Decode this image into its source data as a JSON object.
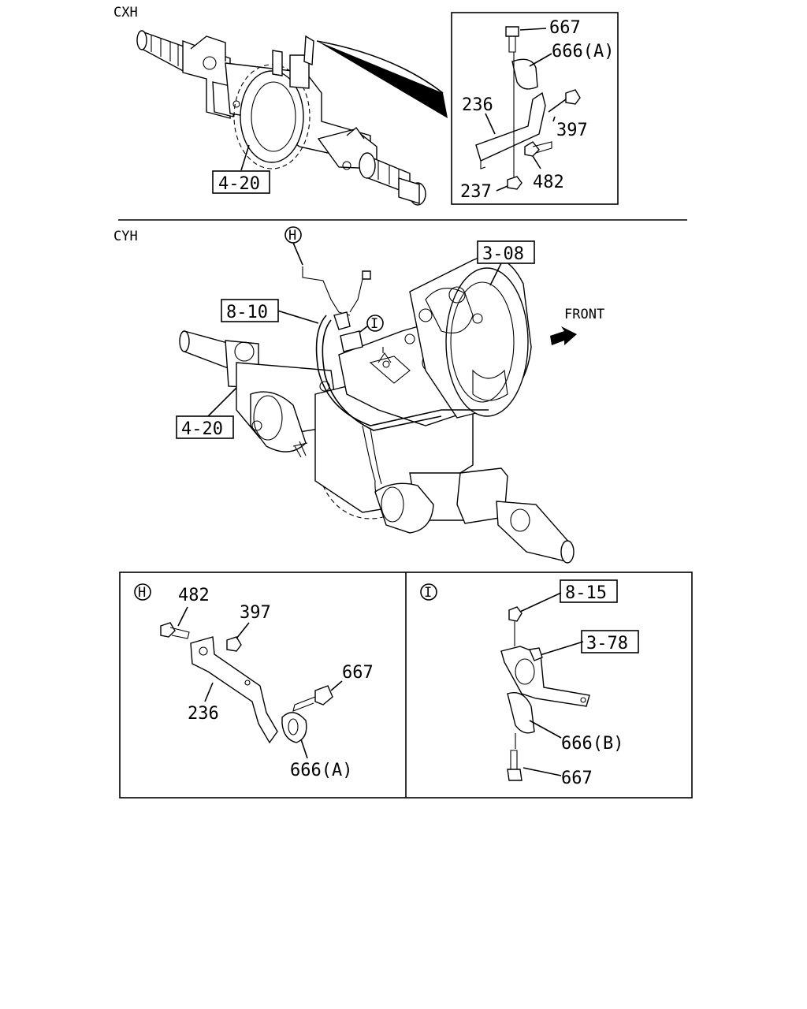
{
  "sections": {
    "cxh": "CXH",
    "cyh": "CYH"
  },
  "labels": {
    "cxh_ref_4_20": "4-20",
    "cxh_667": "667",
    "cxh_666a": "666(A)",
    "cxh_236": "236",
    "cxh_397": "397",
    "cxh_482": "482",
    "cxh_237": "237",
    "cyh_ref_3_08": "3-08",
    "cyh_ref_8_10": "8-10",
    "cyh_ref_4_20": "4-20",
    "front": "FRONT",
    "callout_h": "H",
    "callout_i": "I",
    "h_482": "482",
    "h_397": "397",
    "h_667": "667",
    "h_236": "236",
    "h_666a": "666(A)",
    "i_ref_8_15": "8-15",
    "i_ref_3_78": "3-78",
    "i_666b": "666(B)",
    "i_667": "667"
  }
}
